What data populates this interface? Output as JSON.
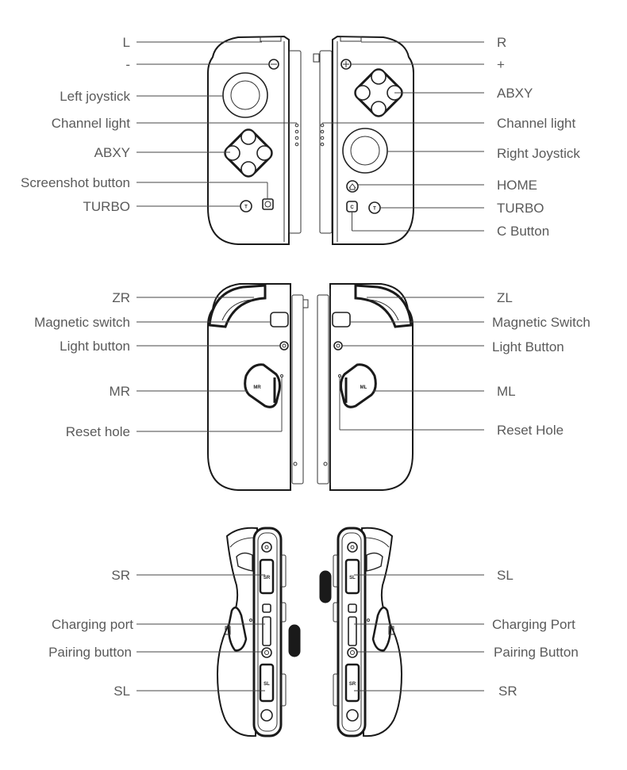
{
  "views": {
    "front": {
      "left_labels": [
        "L",
        "-",
        "Left joystick",
        "Channel light",
        "ABXY",
        "Screenshot button",
        "TURBO"
      ],
      "right_labels": [
        "R",
        "+",
        "ABXY",
        "Channel light",
        "Right Joystick",
        "HOME",
        "TURBO",
        "C Button"
      ]
    },
    "back": {
      "left_labels": [
        "ZR",
        "Magnetic switch",
        "Light button",
        "MR",
        "Reset hole"
      ],
      "right_labels": [
        "ZL",
        "Magnetic Switch",
        "Light Button",
        "ML",
        "Reset Hole"
      ]
    },
    "side": {
      "left_labels": [
        "SR",
        "Charging port",
        "Pairing button",
        "SL"
      ],
      "right_labels": [
        "SL",
        "Charging Port",
        "Pairing Button",
        "SR"
      ]
    }
  },
  "button_marks": {
    "turbo": "T",
    "c": "C",
    "mr": "MR",
    "ml": "ML",
    "sr_rail": "SR",
    "sl_rail": "SL"
  }
}
